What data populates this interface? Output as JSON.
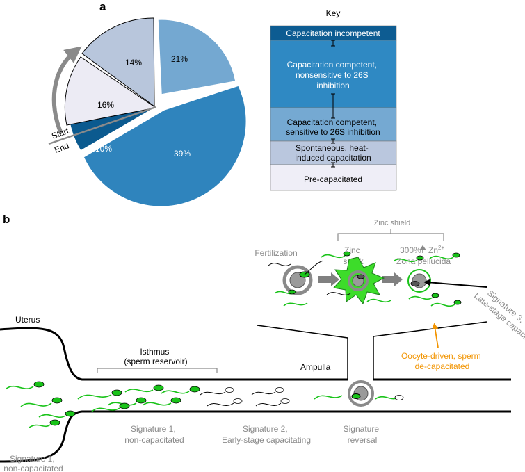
{
  "panel_a": {
    "letter": "a",
    "pie_labels": [
      "21%",
      "39%",
      "10%",
      "16%",
      "14%"
    ],
    "arrow_start": "Start",
    "arrow_end": "End",
    "key": {
      "title": "Key",
      "rows": [
        "Capacitation incompetent",
        "Capacitation competent, nonsensitive to 26S inhibition",
        "Capacitation competent, sensitive to 26S inhibition",
        "Spontaneous, heat-induced capacitation",
        "Pre-capacitated"
      ]
    },
    "colors": {
      "c21": "#74a8d1",
      "c39": "#2f84bd",
      "c10": "#0b5a8f",
      "c16": "#ecebf4",
      "c14": "#b8c6dc",
      "key_incompetent": "#0d5c92",
      "key_nonsensitive": "#2f89c3",
      "key_sensitive": "#75a9d2",
      "key_spontaneous": "#bac7de",
      "key_precap": "#efeef7"
    }
  },
  "panel_b": {
    "letter": "b",
    "zinc_shield": "Zinc shield",
    "fertilization": "Fertilization",
    "zinc_spark_l1": "Zinc",
    "zinc_spark_l2": "spark",
    "pct300": "300%",
    "zn": "Zn",
    "zn_sup": "2+",
    "zona": "Zona pellucida",
    "signature3_l1": "Signature 3,",
    "signature3_l2": "Late-stage capacitated",
    "oocyte_l1": "Oocyte-driven, sperm",
    "oocyte_l2": "de-capacitated",
    "uterus": "Uterus",
    "isthmus_l1": "Isthmus",
    "isthmus_l2": "(sperm reservoir)",
    "ampulla": "Ampulla",
    "sig1_l1": "Signature 1,",
    "sig1_l2": "non-capacitated",
    "sig2_l1": "Signature 2,",
    "sig2_l2": "Early-stage capacitating",
    "sigrev_l1": "Signature",
    "sigrev_l2": "reversal",
    "sig1b_l1": "Signature 1,",
    "sig1b_l2": "non-capacitated",
    "colors": {
      "sperm_green": "#19c319",
      "spark_green": "#3ddc2a",
      "gray": "#8a8a8a",
      "orange": "#f29400"
    }
  }
}
